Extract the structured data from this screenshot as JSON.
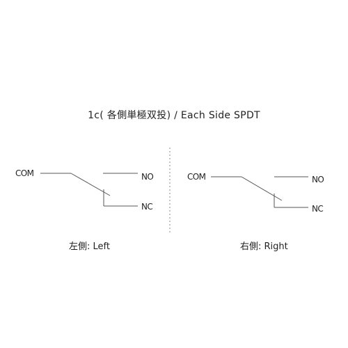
{
  "title": "1c( 各側単極双投) / Each Side SPDT",
  "left_switch": {
    "com_label": "COM",
    "no_label": "NO",
    "nc_label": "NC",
    "caption": "左側: Left"
  },
  "right_switch": {
    "com_label": "COM",
    "no_label": "NO",
    "nc_label": "NC",
    "caption": "右側: Right"
  },
  "colors": {
    "line": "#555555",
    "divider": "#888888",
    "text": "#222222"
  }
}
